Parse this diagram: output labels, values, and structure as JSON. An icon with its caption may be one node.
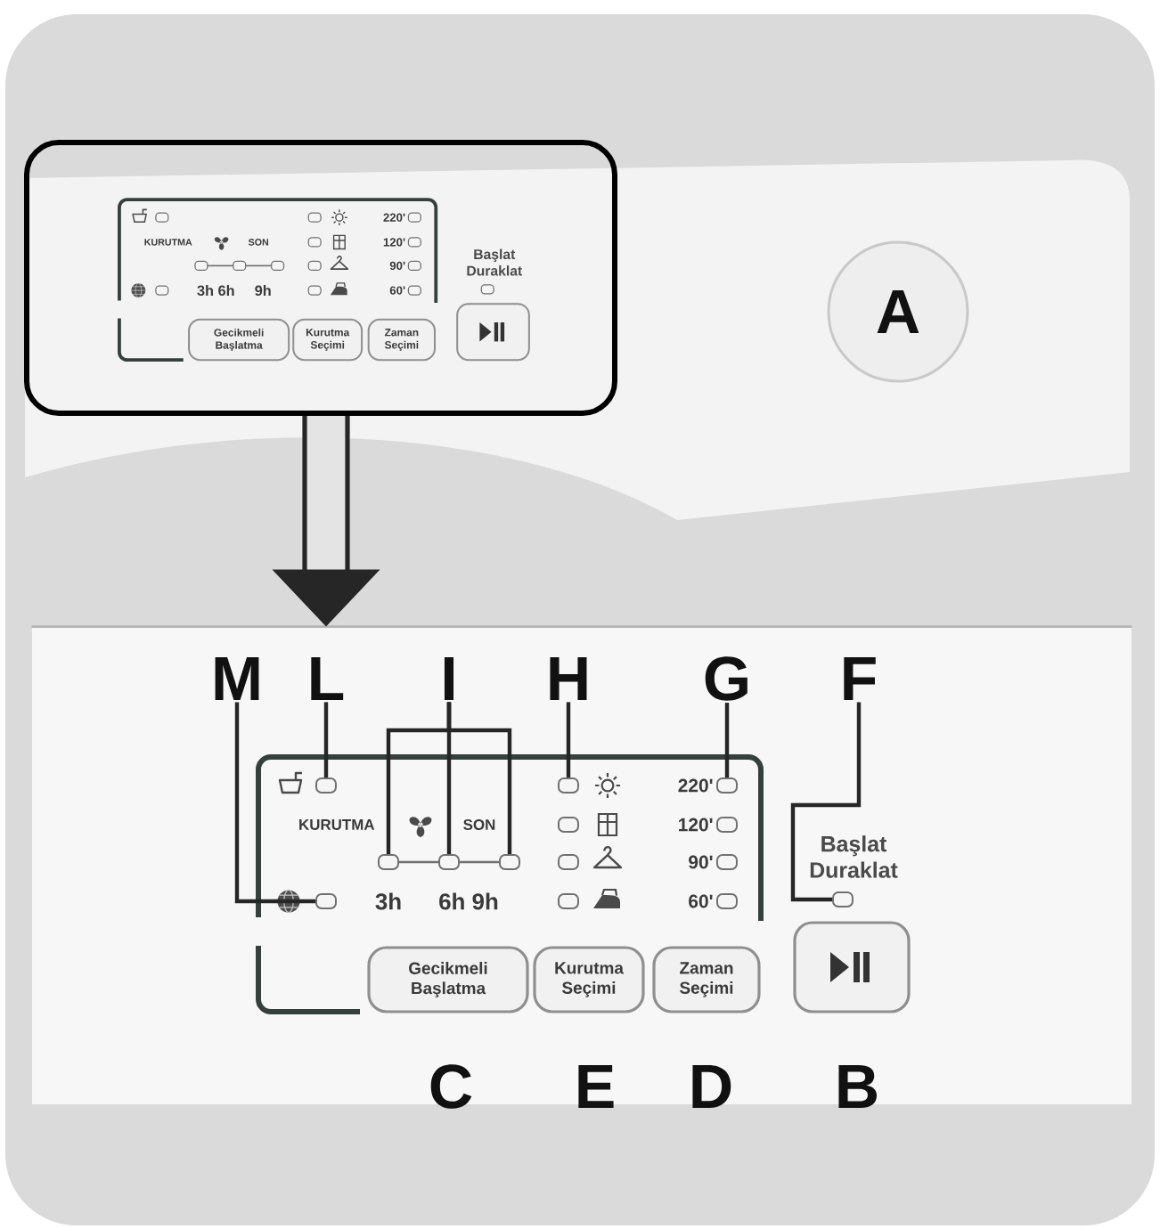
{
  "diagram": {
    "nodes": [
      {
        "text": [],
        "shape": "box"
      },
      {
        "text": [
          "220'",
          "KURUTMA",
          "SON",
          "120'",
          "90'",
          "3h 6h",
          "9h",
          "60'"
        ],
        "in": 0
      },
      {
        "text": [
          "Gecikmeli Başlatma"
        ],
        "in": 0
      },
      {
        "text": [
          "Kurutma Seçimi"
        ],
        "in": 0
      },
      {
        "text": [
          "Zaman Seçimi"
        ],
        "in": 0
      },
      {
        "text": [],
        "shape": "box",
        "in": 0
      },
      {
        "text": [
          "A"
        ]
      },
      {
        "text": [],
        "shape": "box"
      },
      {
        "text": [
          "M"
        ],
        "in": 7
      },
      {
        "text": [
          "L"
        ],
        "in": 7
      },
      {
        "text": [
          "I"
        ],
        "in": 7
      },
      {
        "text": [
          "H"
        ],
        "in": 7
      },
      {
        "text": [
          "G"
        ],
        "in": 7
      },
      {
        "text": [
          "F"
        ],
        "in": 7
      },
      {
        "text": [
          "220'",
          "KURUTMA",
          "SON",
          "120'",
          "90'",
          "3h",
          "6h 9h",
          "60'"
        ],
        "in": 7
      },
      {
        "text": [],
        "shape": "box",
        "in": 14
      },
      {
        "text": [],
        "shape": "box",
        "in": 14
      },
      {
        "text": [],
        "shape": "box",
        "in": 14
      },
      {
        "text": [],
        "shape": "box",
        "in": 14
      },
      {
        "text": [],
        "shape": "box",
        "in": 14
      },
      {
        "text": [],
        "shape": "box",
        "in": 14
      },
      {
        "text": [],
        "shape": "box",
        "in": 14
      },
      {
        "text": [],
        "shape": "box",
        "in": 7
      },
      {
        "text": [
          "Gecikmeli Başlatma"
        ],
        "beside": [
          "C"
        ],
        "in": 7
      },
      {
        "text": [
          "Kurutma Seçimi"
        ],
        "beside": [
          "E"
        ],
        "in": 7
      },
      {
        "text": [
          "Zaman Seçimi"
        ],
        "beside": [
          "D"
        ],
        "in": 7
      },
      {
        "text": [],
        "shape": "box",
        "beside": [
          "B"
        ],
        "in": 7
      }
    ],
    "edges": [
      {
        "from": 0,
        "to": 7,
        "arrow": "to",
        "style": "thick"
      },
      {
        "from": 8,
        "to": 21,
        "arrow": "none"
      },
      {
        "from": 9,
        "to": 15,
        "arrow": "none"
      },
      {
        "from": 10,
        "to": 18,
        "arrow": "none"
      },
      {
        "from": 10,
        "to": 19,
        "arrow": "none"
      },
      {
        "from": 10,
        "to": 20,
        "arrow": "none"
      },
      {
        "from": 11,
        "to": 16,
        "arrow": "none"
      },
      {
        "from": 12,
        "to": 17,
        "arrow": "none"
      },
      {
        "from": 13,
        "to": 22,
        "arrow": "none"
      },
      {
        "from": 18,
        "to": 19,
        "arrow": "none",
        "color": "#707070"
      },
      {
        "from": 19,
        "to": 20,
        "arrow": "none",
        "color": "#707070"
      }
    ],
    "labels": [
      "Başlat Duraklat",
      "Başlat Duraklat"
    ]
  }
}
